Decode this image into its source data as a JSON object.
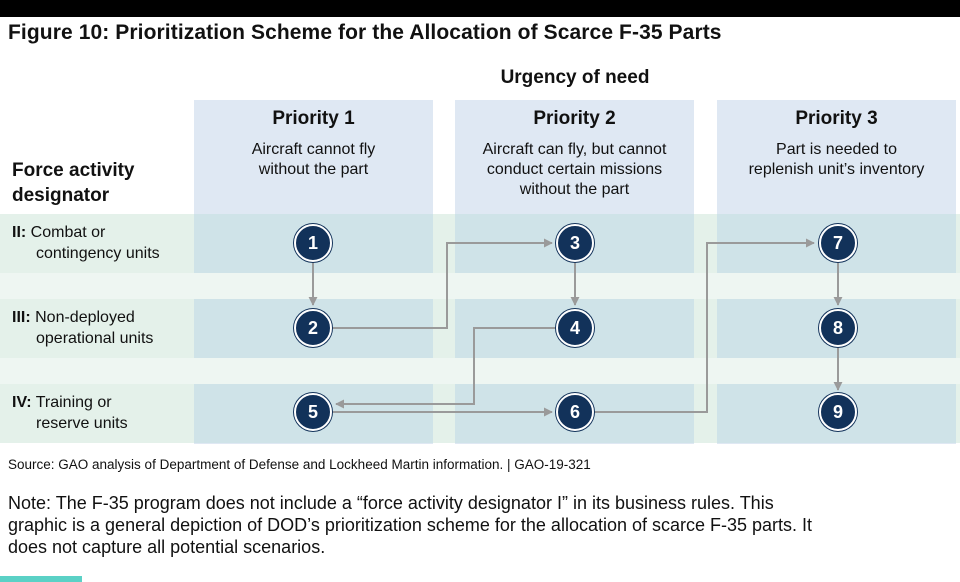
{
  "title": "Figure 10: Prioritization Scheme for the Allocation of Scarce F-35 Parts",
  "urgency_label": "Urgency of need",
  "columns": [
    {
      "title": "Priority 1",
      "desc_lines": [
        "Aircraft cannot fly",
        "without the part"
      ]
    },
    {
      "title": "Priority 2",
      "desc_lines": [
        "Aircraft can fly, but cannot",
        "conduct certain missions",
        "without the part"
      ]
    },
    {
      "title": "Priority 3",
      "desc_lines": [
        "Part is needed to",
        "replenish unit’s inventory"
      ]
    }
  ],
  "row_header": {
    "lines": [
      "Force activity",
      "designator"
    ]
  },
  "rows": [
    {
      "code": "II:",
      "lines": [
        "Combat or",
        "contingency units"
      ]
    },
    {
      "code": "III:",
      "lines": [
        "Non-deployed",
        "operational units"
      ]
    },
    {
      "code": "IV:",
      "lines": [
        "Training or",
        "reserve units"
      ]
    }
  ],
  "nodes": [
    {
      "label": "1",
      "priority": 1,
      "designator": "II"
    },
    {
      "label": "2",
      "priority": 1,
      "designator": "III"
    },
    {
      "label": "3",
      "priority": 2,
      "designator": "II"
    },
    {
      "label": "4",
      "priority": 2,
      "designator": "III"
    },
    {
      "label": "5",
      "priority": 1,
      "designator": "IV"
    },
    {
      "label": "6",
      "priority": 2,
      "designator": "IV"
    },
    {
      "label": "7",
      "priority": 3,
      "designator": "II"
    },
    {
      "label": "8",
      "priority": 3,
      "designator": "III"
    },
    {
      "label": "9",
      "priority": 3,
      "designator": "IV"
    }
  ],
  "flow": [
    "1",
    "2",
    "3",
    "4",
    "5",
    "6",
    "7",
    "8",
    "9"
  ],
  "source": "Source: GAO analysis of Department of Defense and Lockheed Martin information.  |  GAO-19-321",
  "note_lines": [
    "Note: The F-35 program does not include a “force activity designator I” in its business rules. This",
    "graphic is a general depiction of DOD’s prioritization scheme for the allocation of scarce F-35 parts. It",
    "does not capture all potential scenarios."
  ],
  "colors": {
    "node_fill": "#12325a",
    "arrow": "#9a9a9a",
    "column_bg": "#dfe8f3",
    "row_bg": "#e4f1ea"
  }
}
